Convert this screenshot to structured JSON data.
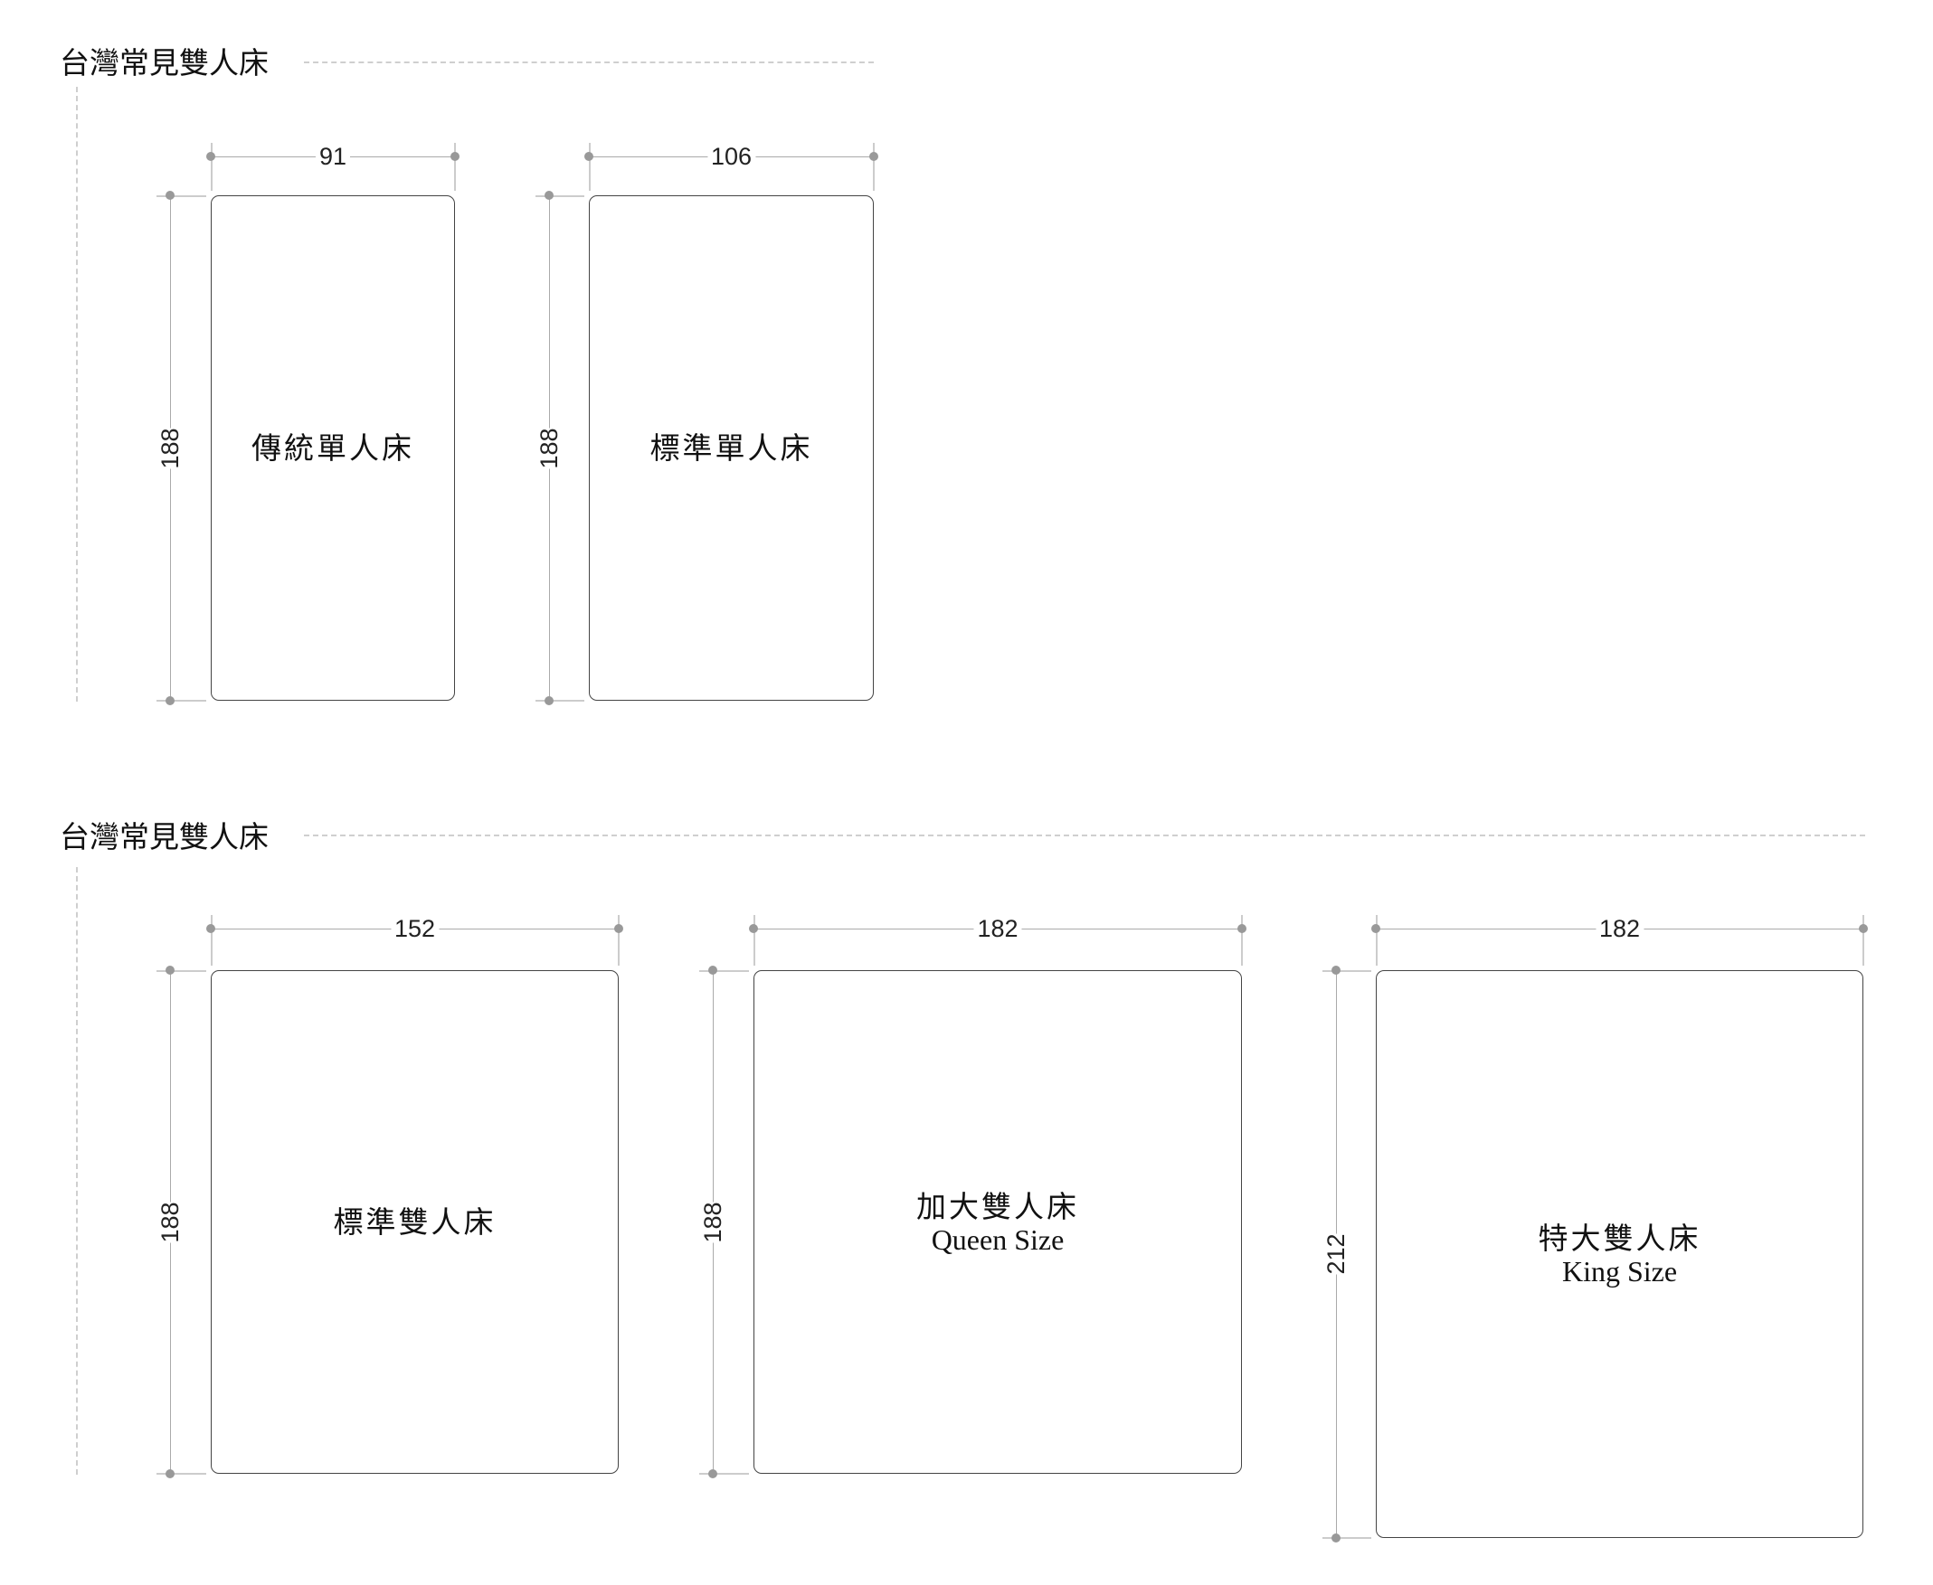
{
  "sections": [
    {
      "title": "台灣常見雙人床"
    },
    {
      "title": "台灣常見雙人床"
    }
  ],
  "beds": [
    {
      "name_zh": "傳統單人床",
      "name_en": "",
      "width": "91",
      "length": "188"
    },
    {
      "name_zh": "標準單人床",
      "name_en": "",
      "width": "106",
      "length": "188"
    },
    {
      "name_zh": "標準雙人床",
      "name_en": "",
      "width": "152",
      "length": "188"
    },
    {
      "name_zh": "加大雙人床",
      "name_en": "Queen Size",
      "width": "182",
      "length": "188"
    },
    {
      "name_zh": "特大雙人床",
      "name_en": "King Size",
      "width": "182",
      "length": "212"
    }
  ],
  "colors": {
    "outline": "#444444",
    "dimension": "#aaaaaa",
    "guide": "#cfcfcf"
  }
}
